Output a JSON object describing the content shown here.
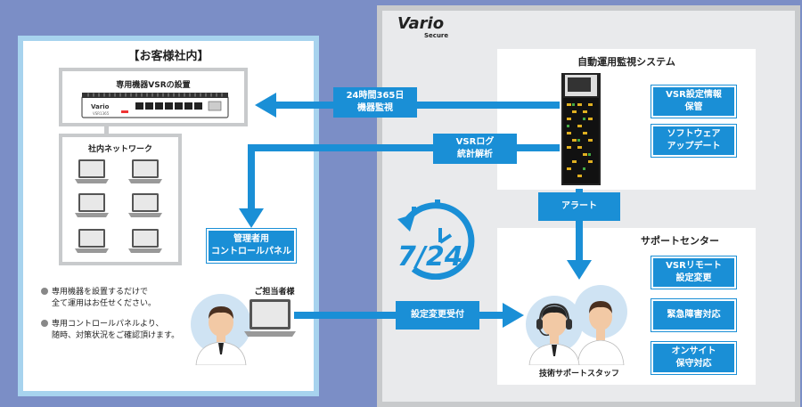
{
  "customer": {
    "title": "【お客様社内】",
    "device_label": "専用機器VSRの設置",
    "network_label": "社内ネットワーク",
    "admin_panel_line1": "管理者用",
    "admin_panel_line2": "コントロールパネル",
    "person_label": "ご担当者様",
    "bullets": [
      {
        "line1": "専用機器を設置するだけで",
        "line2": "全て運用はお任せください。"
      },
      {
        "line1": "専用コントロールパネルより、",
        "line2": "随時、対策状況をご確認頂けます。"
      }
    ]
  },
  "vario": {
    "logo_main": "Vario",
    "logo_sub": "Secure",
    "system_title": "自動運用監視システム",
    "system_features": [
      {
        "line1": "VSR設定情報",
        "line2": "保管"
      },
      {
        "line1": "ソフトウェア",
        "line2": "アップデート"
      }
    ],
    "support_title": "サポートセンター",
    "support_features": [
      {
        "line1": "VSRリモート",
        "line2": "設定変更"
      },
      {
        "line1": "緊急障害対応",
        "line2": ""
      },
      {
        "line1": "オンサイト",
        "line2": "保守対応"
      }
    ],
    "staff_label": "技術サポートスタッフ",
    "clock_text": "7/24"
  },
  "arrows": {
    "monitor_line1": "24時間365日",
    "monitor_line2": "機器監視",
    "log_line1": "VSRログ",
    "log_line2": "統計解析",
    "alert": "アラート",
    "change_request": "設定変更受付"
  },
  "colors": {
    "accent": "#1a8fd6",
    "background": "#7b8ec6",
    "customer_border": "#a7d3ee",
    "vario_panel": "#e9eaec"
  }
}
